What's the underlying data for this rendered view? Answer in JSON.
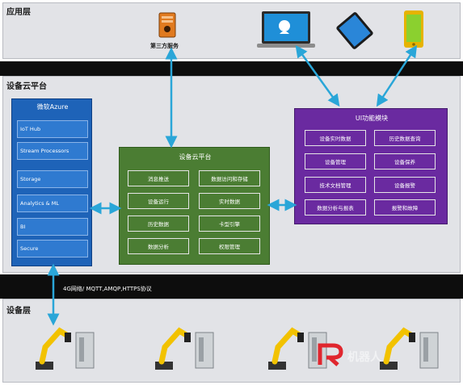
{
  "layers": {
    "app_title": "应用层",
    "cloud_title": "设备云平台",
    "device_title": "设备层"
  },
  "app_layer": {
    "third_party_label": "第三方服务"
  },
  "azure": {
    "title": "微软Azure",
    "items": [
      "IoT Hub",
      "Stream Processors",
      "Storage",
      "Analytics & ML",
      "BI",
      "Secure"
    ]
  },
  "platform": {
    "title": "设备云平台",
    "items": [
      "消息推送",
      "数据访问和存储",
      "设备运行",
      "实时数据",
      "历史数据",
      "卡型引擎",
      "数据分析",
      "权限管理"
    ]
  },
  "ui_module": {
    "title": "UI功能模块",
    "items": [
      "设备实时数据",
      "历史数据查询",
      "设备管理",
      "设备保养",
      "技术文档管理",
      "设备报警",
      "数据分析与报表",
      "报警和故障"
    ]
  },
  "network": {
    "label": "4G网络/ MQTT,AMQP,HTTPS协议"
  },
  "watermark": {
    "text": "机器人"
  },
  "colors": {
    "band": "#e2e3e7",
    "dark_bar": "#0d0d0d",
    "azure": "#1e63b8",
    "platform": "#4b7d33",
    "ui_module": "#6a2aa0",
    "arrow": "#2aa6d8",
    "robot": "#f2c200"
  }
}
